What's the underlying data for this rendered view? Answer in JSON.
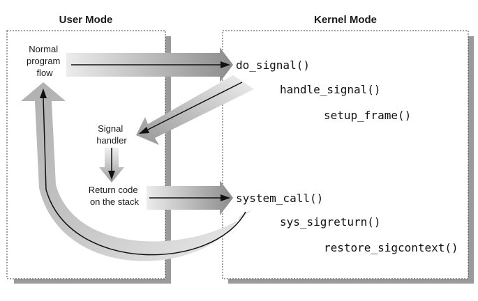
{
  "titles": {
    "user_mode": "User Mode",
    "kernel_mode": "Kernel Mode"
  },
  "user_labels": {
    "normal_flow": [
      "Normal",
      "program",
      "flow"
    ],
    "signal_handler": [
      "Signal",
      "handler"
    ],
    "return_code": [
      "Return code",
      "on the stack"
    ]
  },
  "kernel_functions": {
    "do_signal": "do_signal()",
    "handle_signal": "handle_signal()",
    "setup_frame": "setup_frame()",
    "system_call": "system_call()",
    "sys_sigreturn": "sys_sigreturn()",
    "restore_sigcontext": "restore_sigcontext()"
  }
}
